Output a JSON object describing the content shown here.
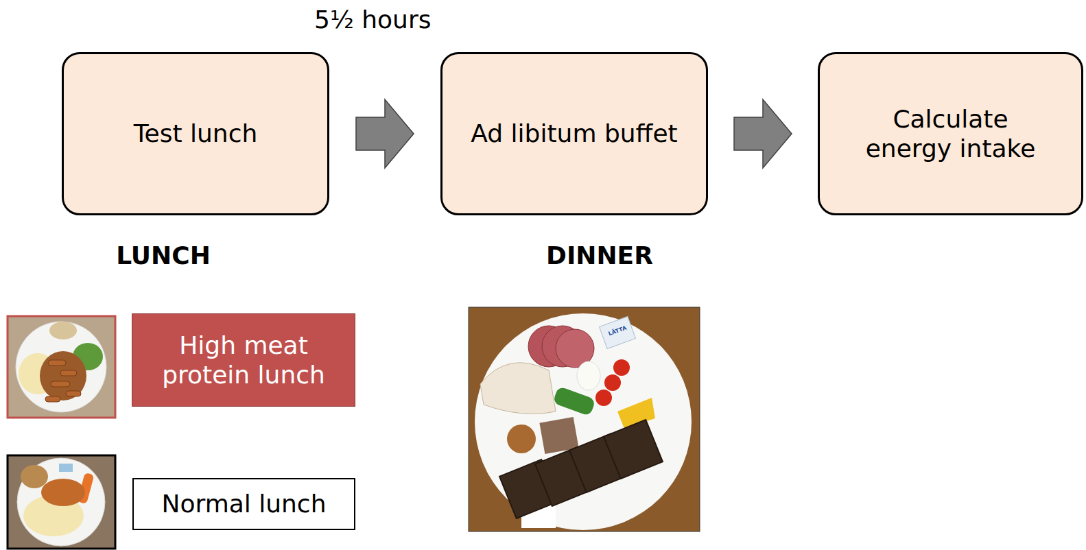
{
  "diagram": {
    "nodes": [
      {
        "text": [
          "Test lunch"
        ]
      },
      {
        "text": [
          "Ad libitum buffet"
        ]
      },
      {
        "text": [
          "Calculate energy intake"
        ]
      },
      {
        "text": [
          "High meat protein lunch"
        ]
      },
      {
        "text": [
          "Normal lunch"
        ]
      }
    ],
    "edges": [
      {
        "from": 0,
        "to": 1,
        "arrow": "to"
      },
      {
        "from": 1,
        "to": 2,
        "arrow": "to"
      }
    ],
    "labels": [
      "5½ hours",
      "LUNCH",
      "DINNER",
      "LÄTTA"
    ]
  }
}
